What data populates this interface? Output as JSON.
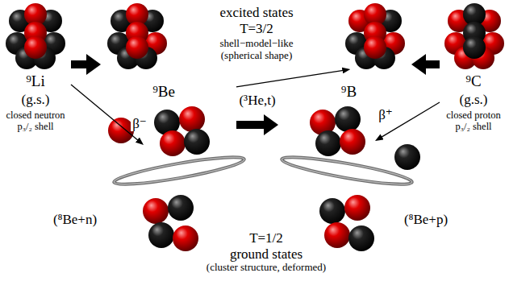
{
  "diagram": {
    "nodes": [
      {
        "text": [
          "excited states",
          "T=3/2",
          "shell−model−like",
          "(spherical shape)"
        ]
      },
      {
        "text": [
          "⁹Li",
          "(g.s.)",
          "closed neutron p₃/₂ shell"
        ]
      },
      {
        "text": [
          "⁹C",
          "(g.s.)",
          "closed proton p₃/₂ shell"
        ]
      },
      {
        "text": [
          "⁹Be",
          "(⁸Be+n)"
        ]
      },
      {
        "text": [
          "⁹B",
          "(⁸Be+p)"
        ]
      }
    ],
    "edges": [
      {
        "from": 1,
        "to": 0,
        "arrow": "to"
      },
      {
        "from": 1,
        "to": 3,
        "label": "β⁻",
        "arrow": "to"
      },
      {
        "from": 3,
        "to": 0,
        "arrow": "to"
      },
      {
        "from": 3,
        "to": 4,
        "label": "(³He,t)",
        "arrow": "to"
      },
      {
        "from": 2,
        "to": 0,
        "arrow": "to"
      },
      {
        "from": 2,
        "to": 4,
        "label": "β⁺",
        "arrow": "to"
      }
    ],
    "labels": [
      "T=1/2",
      "ground states",
      "(cluster structure, deformed)"
    ]
  }
}
